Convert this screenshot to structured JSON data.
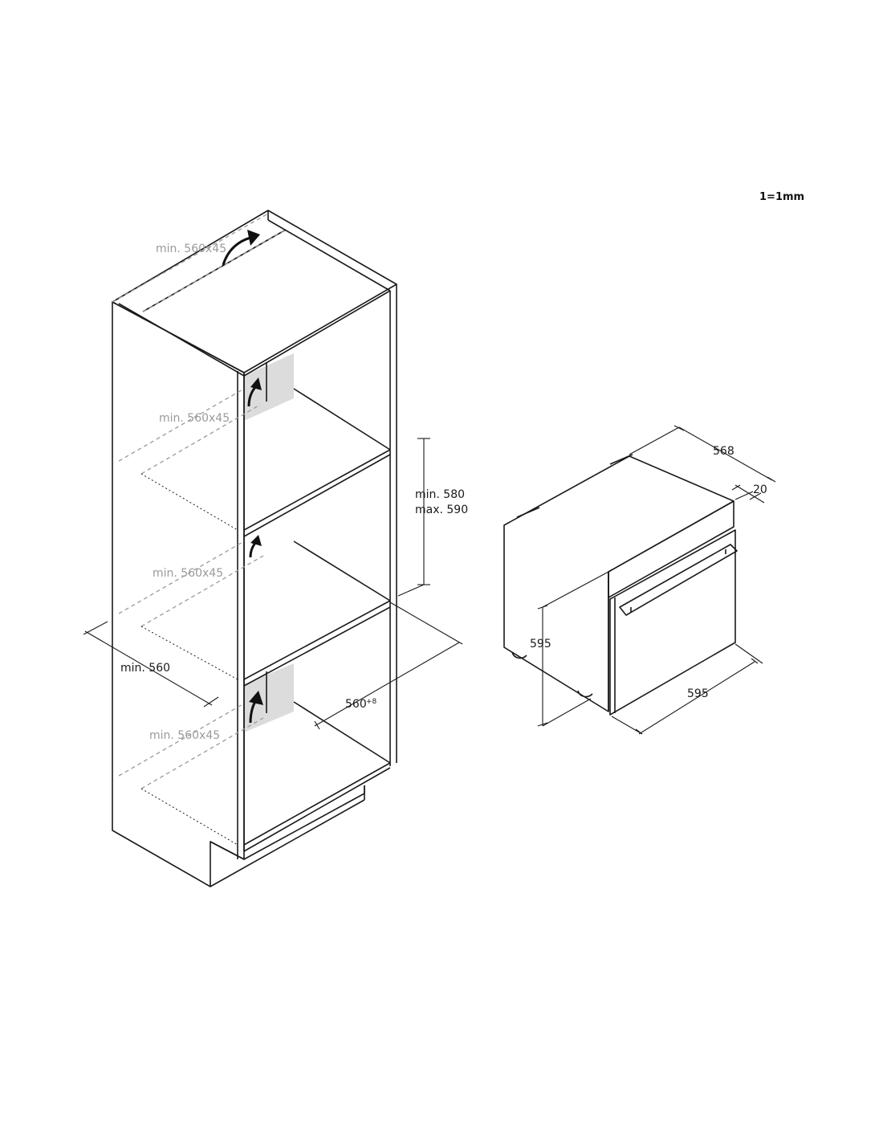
{
  "scale_note": "1=1mm",
  "cabinet": {
    "vent_top": "min. 560x45",
    "vent_upper": "min. 560x45",
    "vent_middle": "min. 560x45",
    "vent_lower": "min. 560x45",
    "height_min": "min. 580",
    "height_max": "max. 590",
    "width_min": "min. 560",
    "depth_main": "560",
    "depth_sup": "+8"
  },
  "oven": {
    "depth": "568",
    "front_thickness": "20",
    "height": "595",
    "width": "595"
  }
}
